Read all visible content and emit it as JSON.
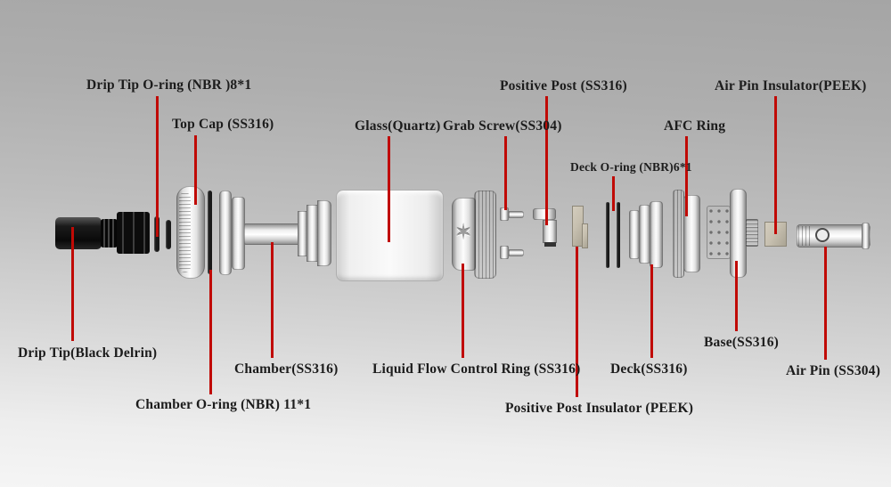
{
  "colors": {
    "leader": "#c00a05",
    "background_top": "#a5a5a5",
    "background_bottom": "#f5f5f5",
    "label_text": "#1c1c1c",
    "peek_tan": "#c7c0b0"
  },
  "icons": {
    "lfc_logo": "✶"
  },
  "labels": {
    "drip_tip_oring": "Drip Tip O-ring (NBR )8*1",
    "top_cap": "Top Cap (SS316)",
    "glass": "Glass(Quartz)",
    "grab_screw": "Grab Screw(SS304)",
    "positive_post": "Positive Post (SS316)",
    "deck_oring": "Deck O-ring (NBR)6*1",
    "afc_ring": "AFC Ring",
    "air_pin_insulator": "Air Pin Insulator(PEEK)",
    "drip_tip": "Drip Tip(Black Delrin)",
    "chamber": "Chamber(SS316)",
    "chamber_oring": "Chamber O-ring (NBR) 11*1",
    "lfc_ring": "Liquid Flow Control Ring (SS316)",
    "deck": "Deck(SS316)",
    "positive_post_insulator": "Positive Post Insulator (PEEK)",
    "base": "Base(SS316)",
    "air_pin": "Air Pin (SS304)"
  }
}
